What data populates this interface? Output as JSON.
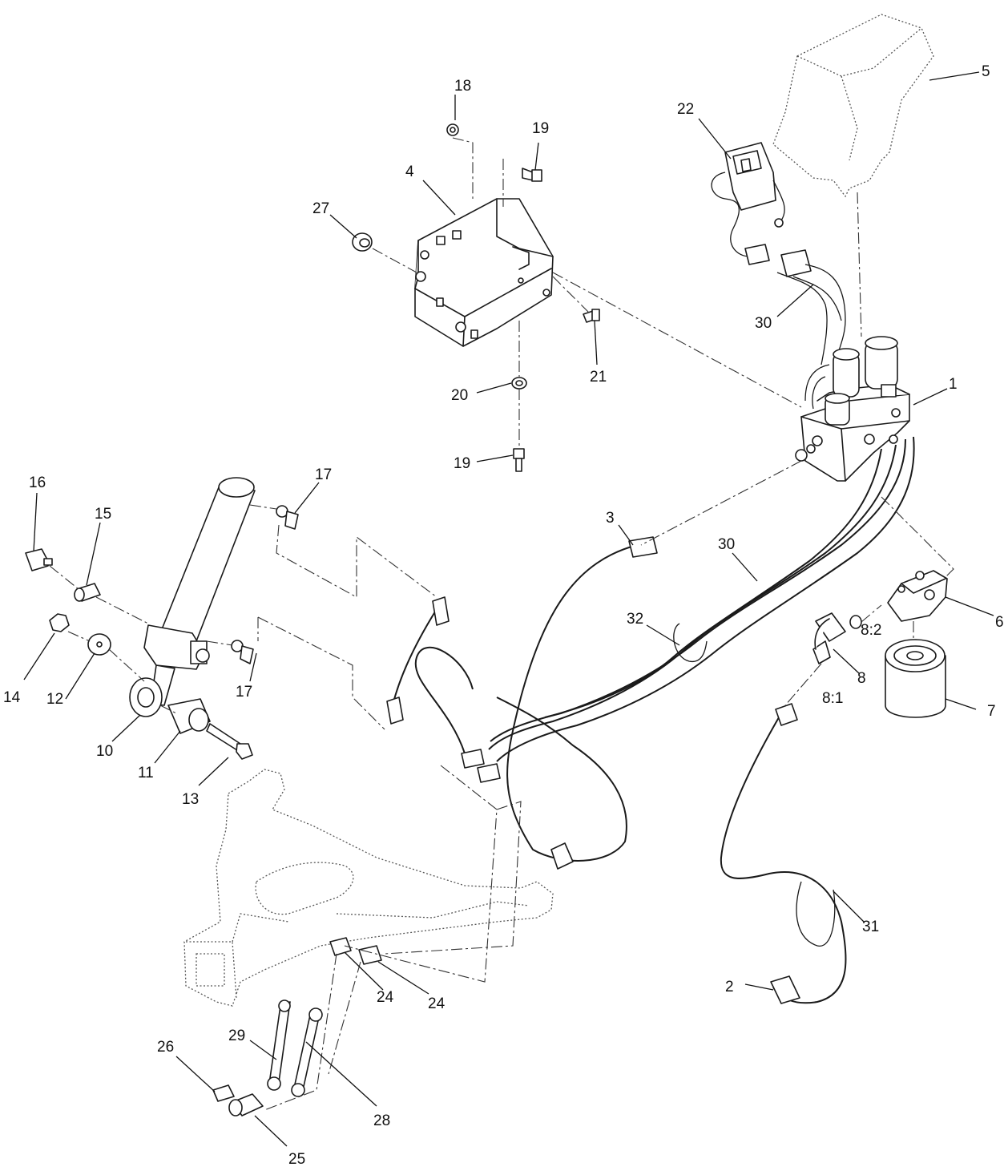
{
  "callouts": [
    {
      "id": "c1",
      "label": "1"
    },
    {
      "id": "c2",
      "label": "2"
    },
    {
      "id": "c3",
      "label": "3"
    },
    {
      "id": "c4",
      "label": "4"
    },
    {
      "id": "c5",
      "label": "5"
    },
    {
      "id": "c6",
      "label": "6"
    },
    {
      "id": "c7",
      "label": "7"
    },
    {
      "id": "c8",
      "label": "8"
    },
    {
      "id": "c8-1",
      "label": "8:1"
    },
    {
      "id": "c8-2",
      "label": "8:2"
    },
    {
      "id": "c10",
      "label": "10"
    },
    {
      "id": "c11",
      "label": "11"
    },
    {
      "id": "c12",
      "label": "12"
    },
    {
      "id": "c13",
      "label": "13"
    },
    {
      "id": "c14",
      "label": "14"
    },
    {
      "id": "c15",
      "label": "15"
    },
    {
      "id": "c16",
      "label": "16"
    },
    {
      "id": "c17a",
      "label": "17"
    },
    {
      "id": "c17b",
      "label": "17"
    },
    {
      "id": "c18",
      "label": "18"
    },
    {
      "id": "c19a",
      "label": "19"
    },
    {
      "id": "c19b",
      "label": "19"
    },
    {
      "id": "c20",
      "label": "20"
    },
    {
      "id": "c21",
      "label": "21"
    },
    {
      "id": "c22",
      "label": "22"
    },
    {
      "id": "c24a",
      "label": "24"
    },
    {
      "id": "c24b",
      "label": "24"
    },
    {
      "id": "c25",
      "label": "25"
    },
    {
      "id": "c26",
      "label": "26"
    },
    {
      "id": "c27",
      "label": "27"
    },
    {
      "id": "c28",
      "label": "28"
    },
    {
      "id": "c29",
      "label": "29"
    },
    {
      "id": "c30a",
      "label": "30"
    },
    {
      "id": "c30b",
      "label": "30"
    },
    {
      "id": "c31",
      "label": "31"
    },
    {
      "id": "c32",
      "label": "32"
    }
  ]
}
